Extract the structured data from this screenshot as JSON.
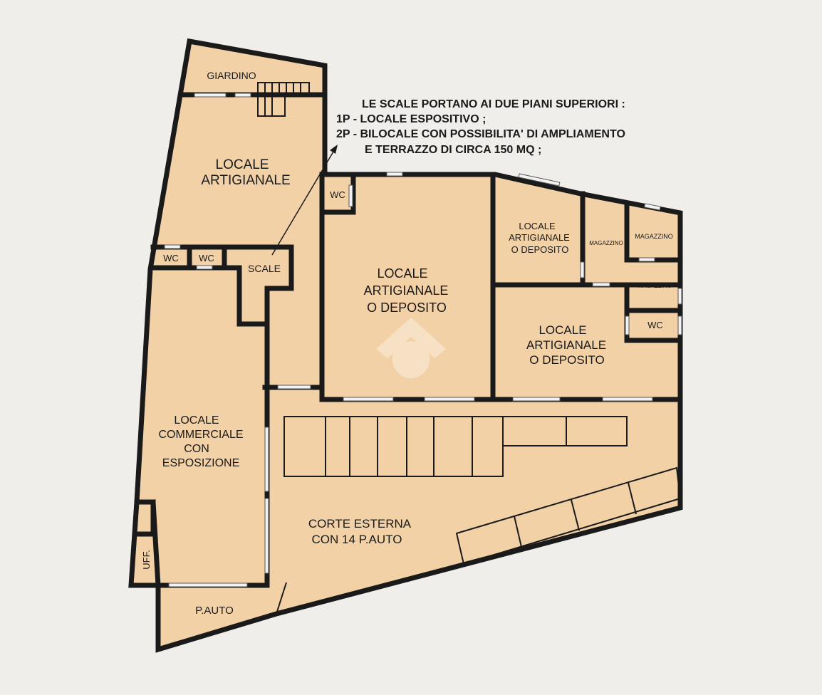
{
  "note": {
    "line1": "LE SCALE PORTANO AI DUE PIANI SUPERIORI :",
    "line2": "1P - LOCALE ESPOSITIVO ;",
    "line3": "2P - BILOCALE CON POSSIBILITA' DI AMPLIAMENTO",
    "line4": "E TERRAZZO DI CIRCA 150 MQ ;"
  },
  "rooms": {
    "giardino": "GIARDINO",
    "artigianale_top": [
      "LOCALE",
      "ARTIGIANALE"
    ],
    "wc": "WC",
    "scale": "SCALE",
    "commerciale": [
      "LOCALE",
      "COMMERCIALE",
      "CON",
      "ESPOSIZIONE"
    ],
    "uff": "UFF.",
    "pauto": "P.AUTO",
    "corte": [
      "CORTE ESTERNA",
      "CON 14 P.AUTO"
    ],
    "artigianale_deposito": [
      "LOCALE",
      "ARTIGIANALE",
      "O DEPOSITO"
    ],
    "magazzino": "MAGAZZINO"
  },
  "colors": {
    "floor": "#f3d1a7",
    "wall": "#1a1a1a",
    "background": "#efeeea"
  }
}
